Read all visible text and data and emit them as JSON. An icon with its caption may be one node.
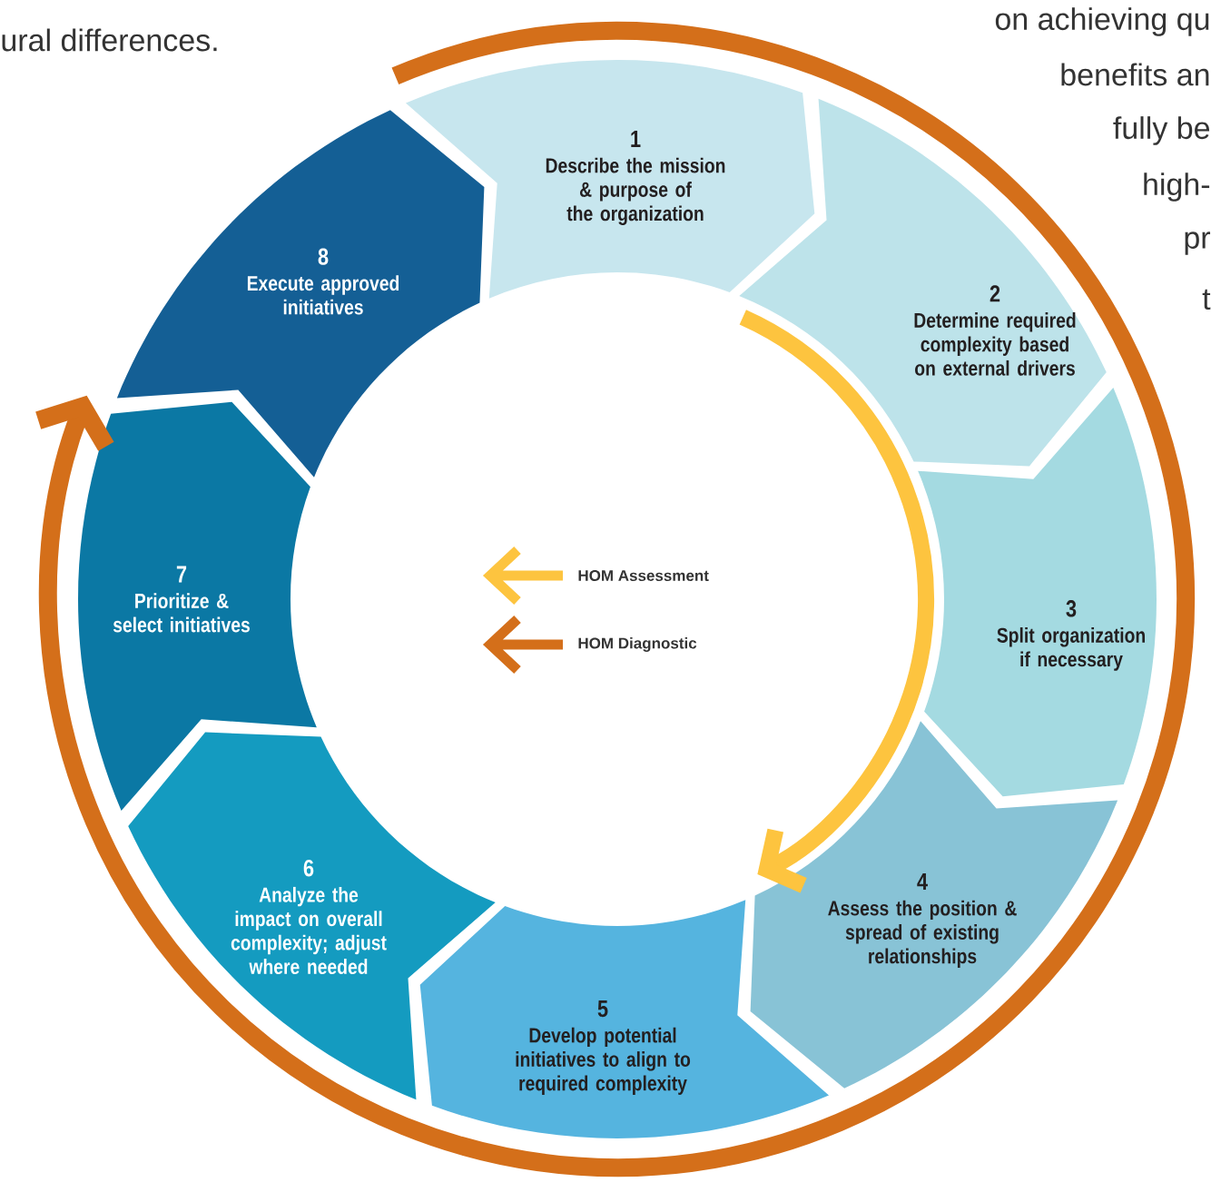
{
  "diagram": {
    "nodes": [
      {
        "text": [
          "1",
          "Describe the mission & purpose of the organization"
        ]
      },
      {
        "text": [
          "2",
          "Determine required complexity based on external drivers"
        ]
      },
      {
        "text": [
          "3",
          "Split organization if necessary"
        ]
      },
      {
        "text": [
          "4",
          "Assess the position & spread of existing relationships"
        ]
      },
      {
        "text": [
          "5",
          "Develop potential initiatives to align to required complexity"
        ]
      },
      {
        "text": [
          "6",
          "Analyze the impact on overall complexity; adjust where needed"
        ]
      },
      {
        "text": [
          "7",
          "Prioritize & select initiatives"
        ]
      },
      {
        "text": [
          "8",
          "Execute approved initiatives"
        ]
      }
    ],
    "edges": [
      {
        "from": 0,
        "to": 7,
        "arrow": "to",
        "color": "#d46f1a"
      },
      {
        "from": 1,
        "to": 3,
        "arrow": "to",
        "color": "#fdc43f"
      }
    ],
    "labels": [
      "ural differences.",
      "on achieving qu",
      "benefits an",
      "fully be",
      "high-",
      "pr",
      "t"
    ],
    "legend": [
      {
        "text": "HOM Assessment",
        "color": "#fdc43f"
      },
      {
        "text": "HOM Diagnostic",
        "color": "#d46f1a"
      }
    ]
  }
}
